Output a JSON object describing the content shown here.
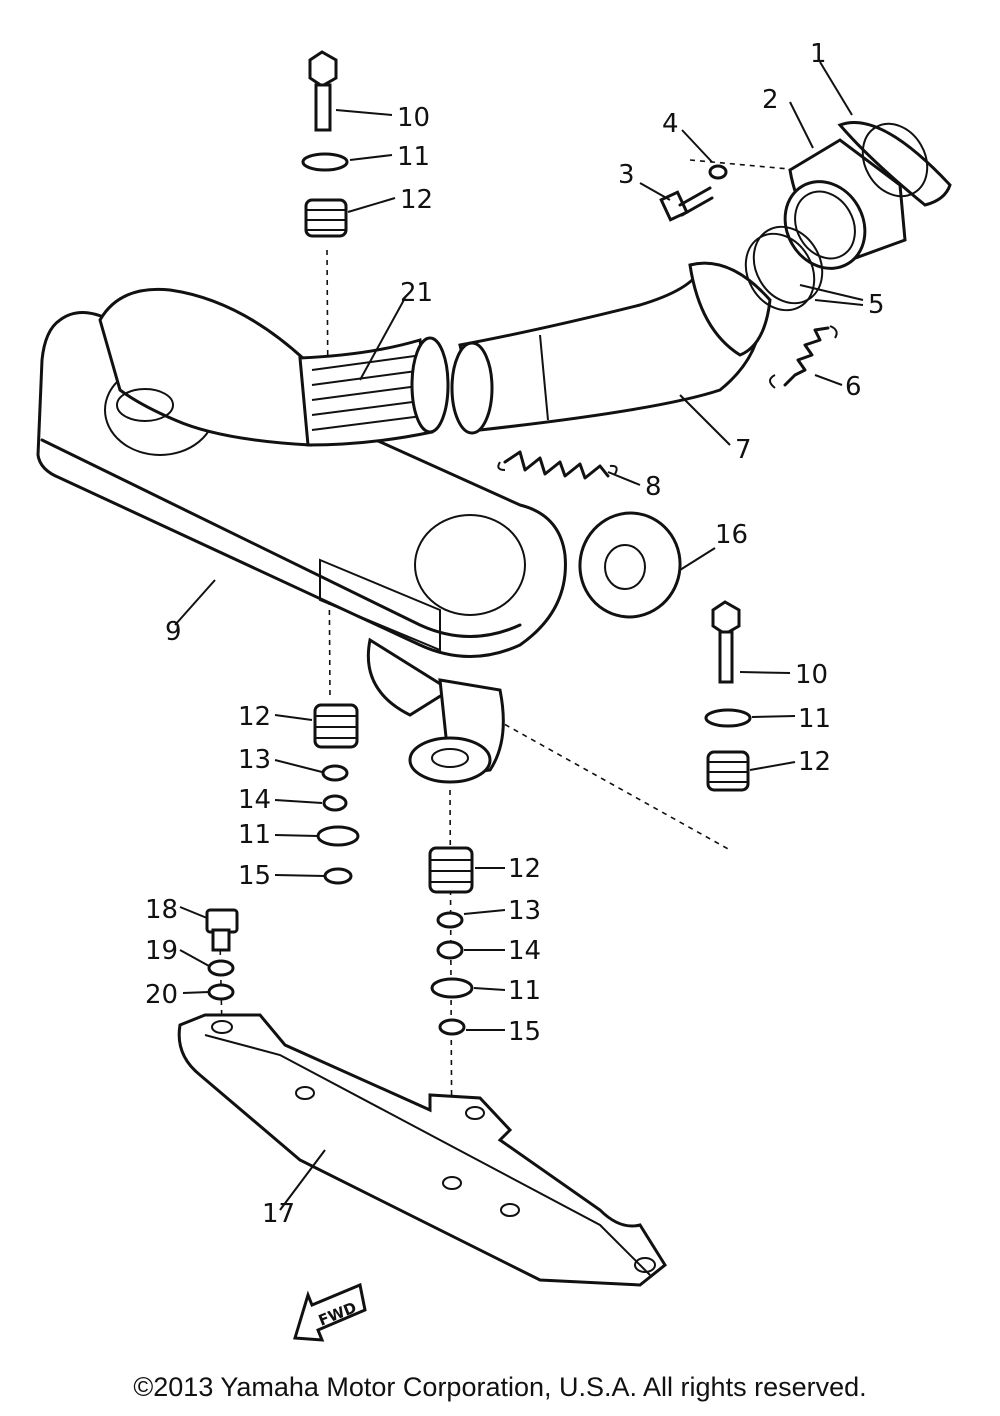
{
  "callouts": {
    "c1": "1",
    "c2": "2",
    "c3": "3",
    "c4": "4",
    "c5": "5",
    "c6": "6",
    "c7": "7",
    "c8": "8",
    "c9": "9",
    "c10a": "10",
    "c10b": "10",
    "c11a": "11",
    "c11b": "11",
    "c11c": "11",
    "c11d": "11",
    "c12a": "12",
    "c12b": "12",
    "c12c": "12",
    "c12d": "12",
    "c13a": "13",
    "c13b": "13",
    "c14a": "14",
    "c14b": "14",
    "c15a": "15",
    "c15b": "15",
    "c16": "16",
    "c17": "17",
    "c18": "18",
    "c19": "19",
    "c20": "20",
    "c21": "21"
  },
  "fwd_label": "FWD",
  "copyright": "©2013 Yamaha Motor Corporation, U.S.A. All rights reserved."
}
